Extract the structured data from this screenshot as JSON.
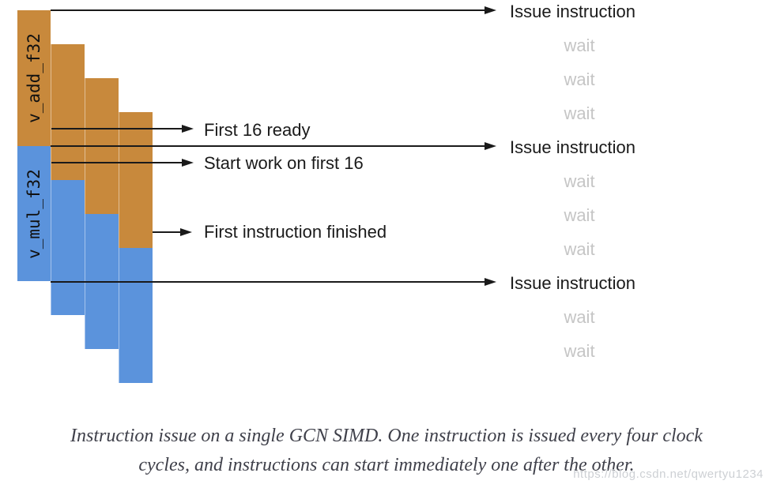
{
  "diagram": {
    "instructions": [
      {
        "label": "v_add_f32",
        "color": "#c8893c"
      },
      {
        "label": "v_mul_f32",
        "color": "#5b93dc"
      }
    ],
    "annotations": {
      "first_16_ready": "First 16 ready",
      "start_work": "Start work on first 16",
      "first_finished": "First instruction finished"
    },
    "timeline": [
      {
        "label": "Issue instruction",
        "type": "issue"
      },
      {
        "label": "wait",
        "type": "wait"
      },
      {
        "label": "wait",
        "type": "wait"
      },
      {
        "label": "wait",
        "type": "wait"
      },
      {
        "label": "Issue instruction",
        "type": "issue"
      },
      {
        "label": "wait",
        "type": "wait"
      },
      {
        "label": "wait",
        "type": "wait"
      },
      {
        "label": "wait",
        "type": "wait"
      },
      {
        "label": "Issue instruction",
        "type": "issue"
      },
      {
        "label": "wait",
        "type": "wait"
      },
      {
        "label": "wait",
        "type": "wait"
      }
    ]
  },
  "caption": {
    "line1": "Instruction issue on a single GCN SIMD. One instruction is issued every four clock",
    "line2": "cycles, and instructions can start immediately one after the other."
  },
  "watermark": "https://blog.csdn.net/qwertyu1234",
  "colors": {
    "orange_bar": "#c8893c",
    "blue_bar": "#5b93dc",
    "wait_text": "#c5c5c5",
    "black_text": "#1a1a1a",
    "caption_text": "#3f404a",
    "watermark_text": "#cdd0d4"
  }
}
